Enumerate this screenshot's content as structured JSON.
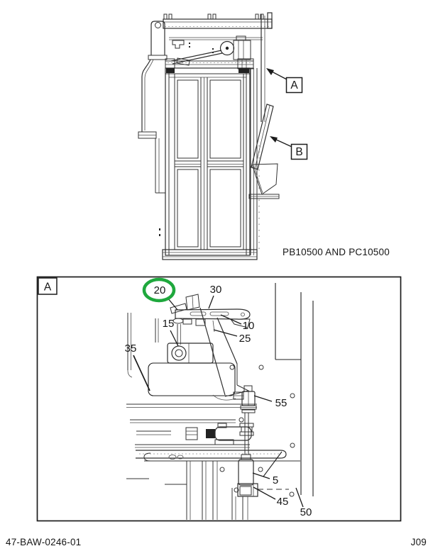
{
  "top_figure": {
    "caption": "PB10500 AND PC10500",
    "view_label_a": "A",
    "view_label_b": "B"
  },
  "detail_figure": {
    "corner_label": "A",
    "highlight_color": "#1fa83d",
    "callouts": [
      {
        "label": "20",
        "highlighted": true
      },
      {
        "label": "30",
        "highlighted": false
      },
      {
        "label": "10",
        "highlighted": false
      },
      {
        "label": "25",
        "highlighted": false
      },
      {
        "label": "15",
        "highlighted": false
      },
      {
        "label": "35",
        "highlighted": false
      },
      {
        "label": "55",
        "highlighted": false
      },
      {
        "label": "5",
        "highlighted": false
      },
      {
        "label": "45",
        "highlighted": false
      },
      {
        "label": "50",
        "highlighted": false
      }
    ]
  },
  "footer": {
    "document_number": "47-BAW-0246-01",
    "page_code": "J09"
  }
}
